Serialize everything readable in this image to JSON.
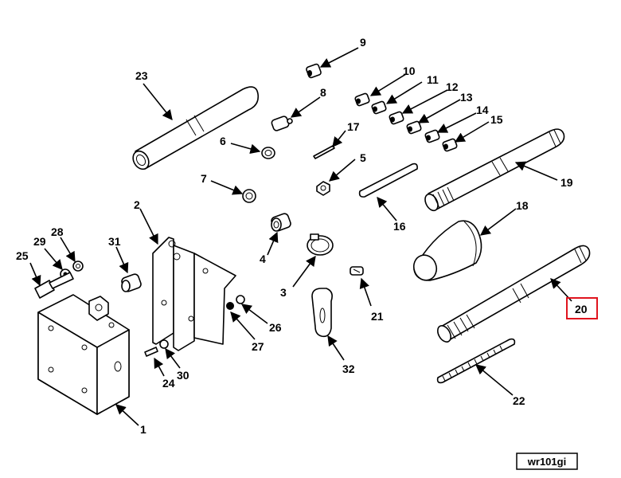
{
  "diagram": {
    "drawing_id": "wr101gi",
    "highlight_color": "#e0141e",
    "callouts": [
      {
        "id": "c1",
        "label": "1"
      },
      {
        "id": "c2",
        "label": "2"
      },
      {
        "id": "c3",
        "label": "3"
      },
      {
        "id": "c4",
        "label": "4"
      },
      {
        "id": "c5",
        "label": "5"
      },
      {
        "id": "c6",
        "label": "6"
      },
      {
        "id": "c7",
        "label": "7"
      },
      {
        "id": "c8",
        "label": "8"
      },
      {
        "id": "c9",
        "label": "9"
      },
      {
        "id": "c10",
        "label": "10"
      },
      {
        "id": "c11",
        "label": "11"
      },
      {
        "id": "c12",
        "label": "12"
      },
      {
        "id": "c13",
        "label": "13"
      },
      {
        "id": "c14",
        "label": "14"
      },
      {
        "id": "c15",
        "label": "15"
      },
      {
        "id": "c16",
        "label": "16"
      },
      {
        "id": "c17",
        "label": "17"
      },
      {
        "id": "c18",
        "label": "18"
      },
      {
        "id": "c19",
        "label": "19"
      },
      {
        "id": "c20",
        "label": "20",
        "highlighted": true
      },
      {
        "id": "c21",
        "label": "21"
      },
      {
        "id": "c22",
        "label": "22"
      },
      {
        "id": "c23",
        "label": "23"
      },
      {
        "id": "c24",
        "label": "24"
      },
      {
        "id": "c25",
        "label": "25"
      },
      {
        "id": "c26",
        "label": "26"
      },
      {
        "id": "c27",
        "label": "27"
      },
      {
        "id": "c28",
        "label": "28"
      },
      {
        "id": "c29",
        "label": "29"
      },
      {
        "id": "c30",
        "label": "30"
      },
      {
        "id": "c31",
        "label": "31"
      },
      {
        "id": "c32",
        "label": "32"
      }
    ]
  }
}
